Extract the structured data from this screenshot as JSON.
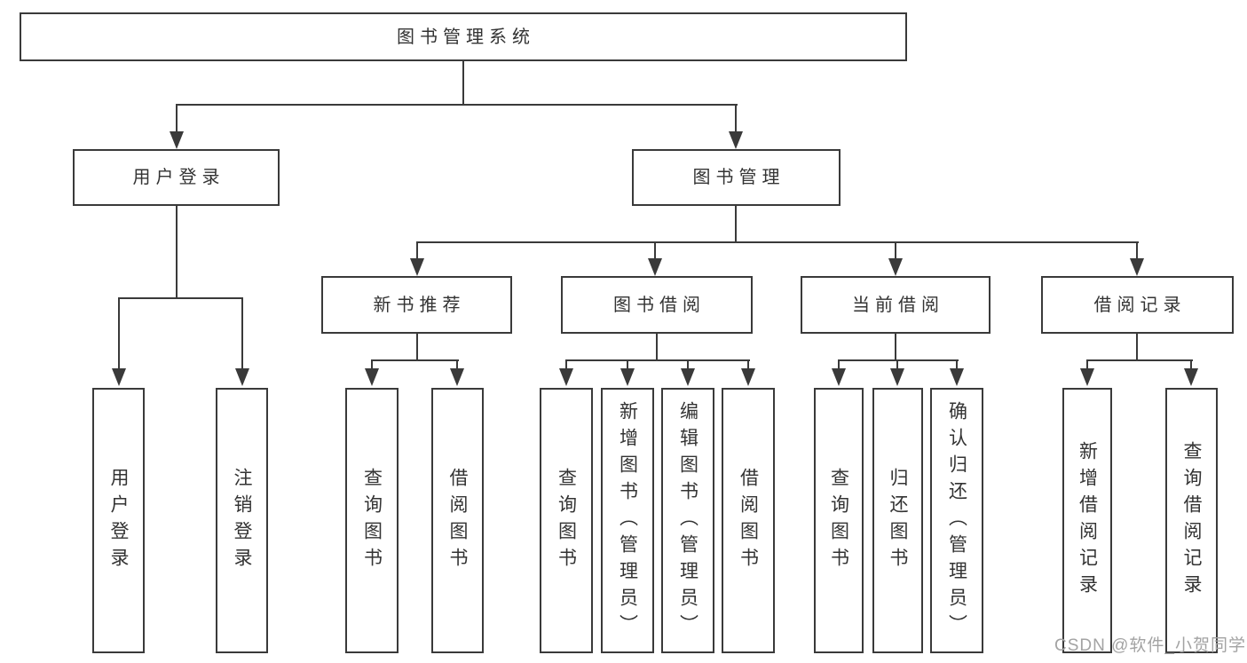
{
  "diagram": {
    "root": "图书管理系统",
    "level2": [
      "用户登录",
      "图书管理"
    ],
    "level3": [
      "新书推荐",
      "图书借阅",
      "当前借阅",
      "借阅记录"
    ],
    "leaves": [
      "用户登录",
      "注销登录",
      "查询图书",
      "借阅图书",
      "查询图书",
      "新增图书（管理员）",
      "编辑图书（管理员）",
      "借阅图书",
      "查询图书",
      "归还图书",
      "确认归还（管理员）",
      "新增借阅记录",
      "查询借阅记录"
    ]
  },
  "watermark": {
    "text": "CSDN @软件_小贺同学"
  },
  "colors": {
    "line": "#3a3a3a",
    "border": "#3a3a3a",
    "text": "#333333",
    "watermark": "#a3a3a3",
    "background": "#ffffff"
  }
}
